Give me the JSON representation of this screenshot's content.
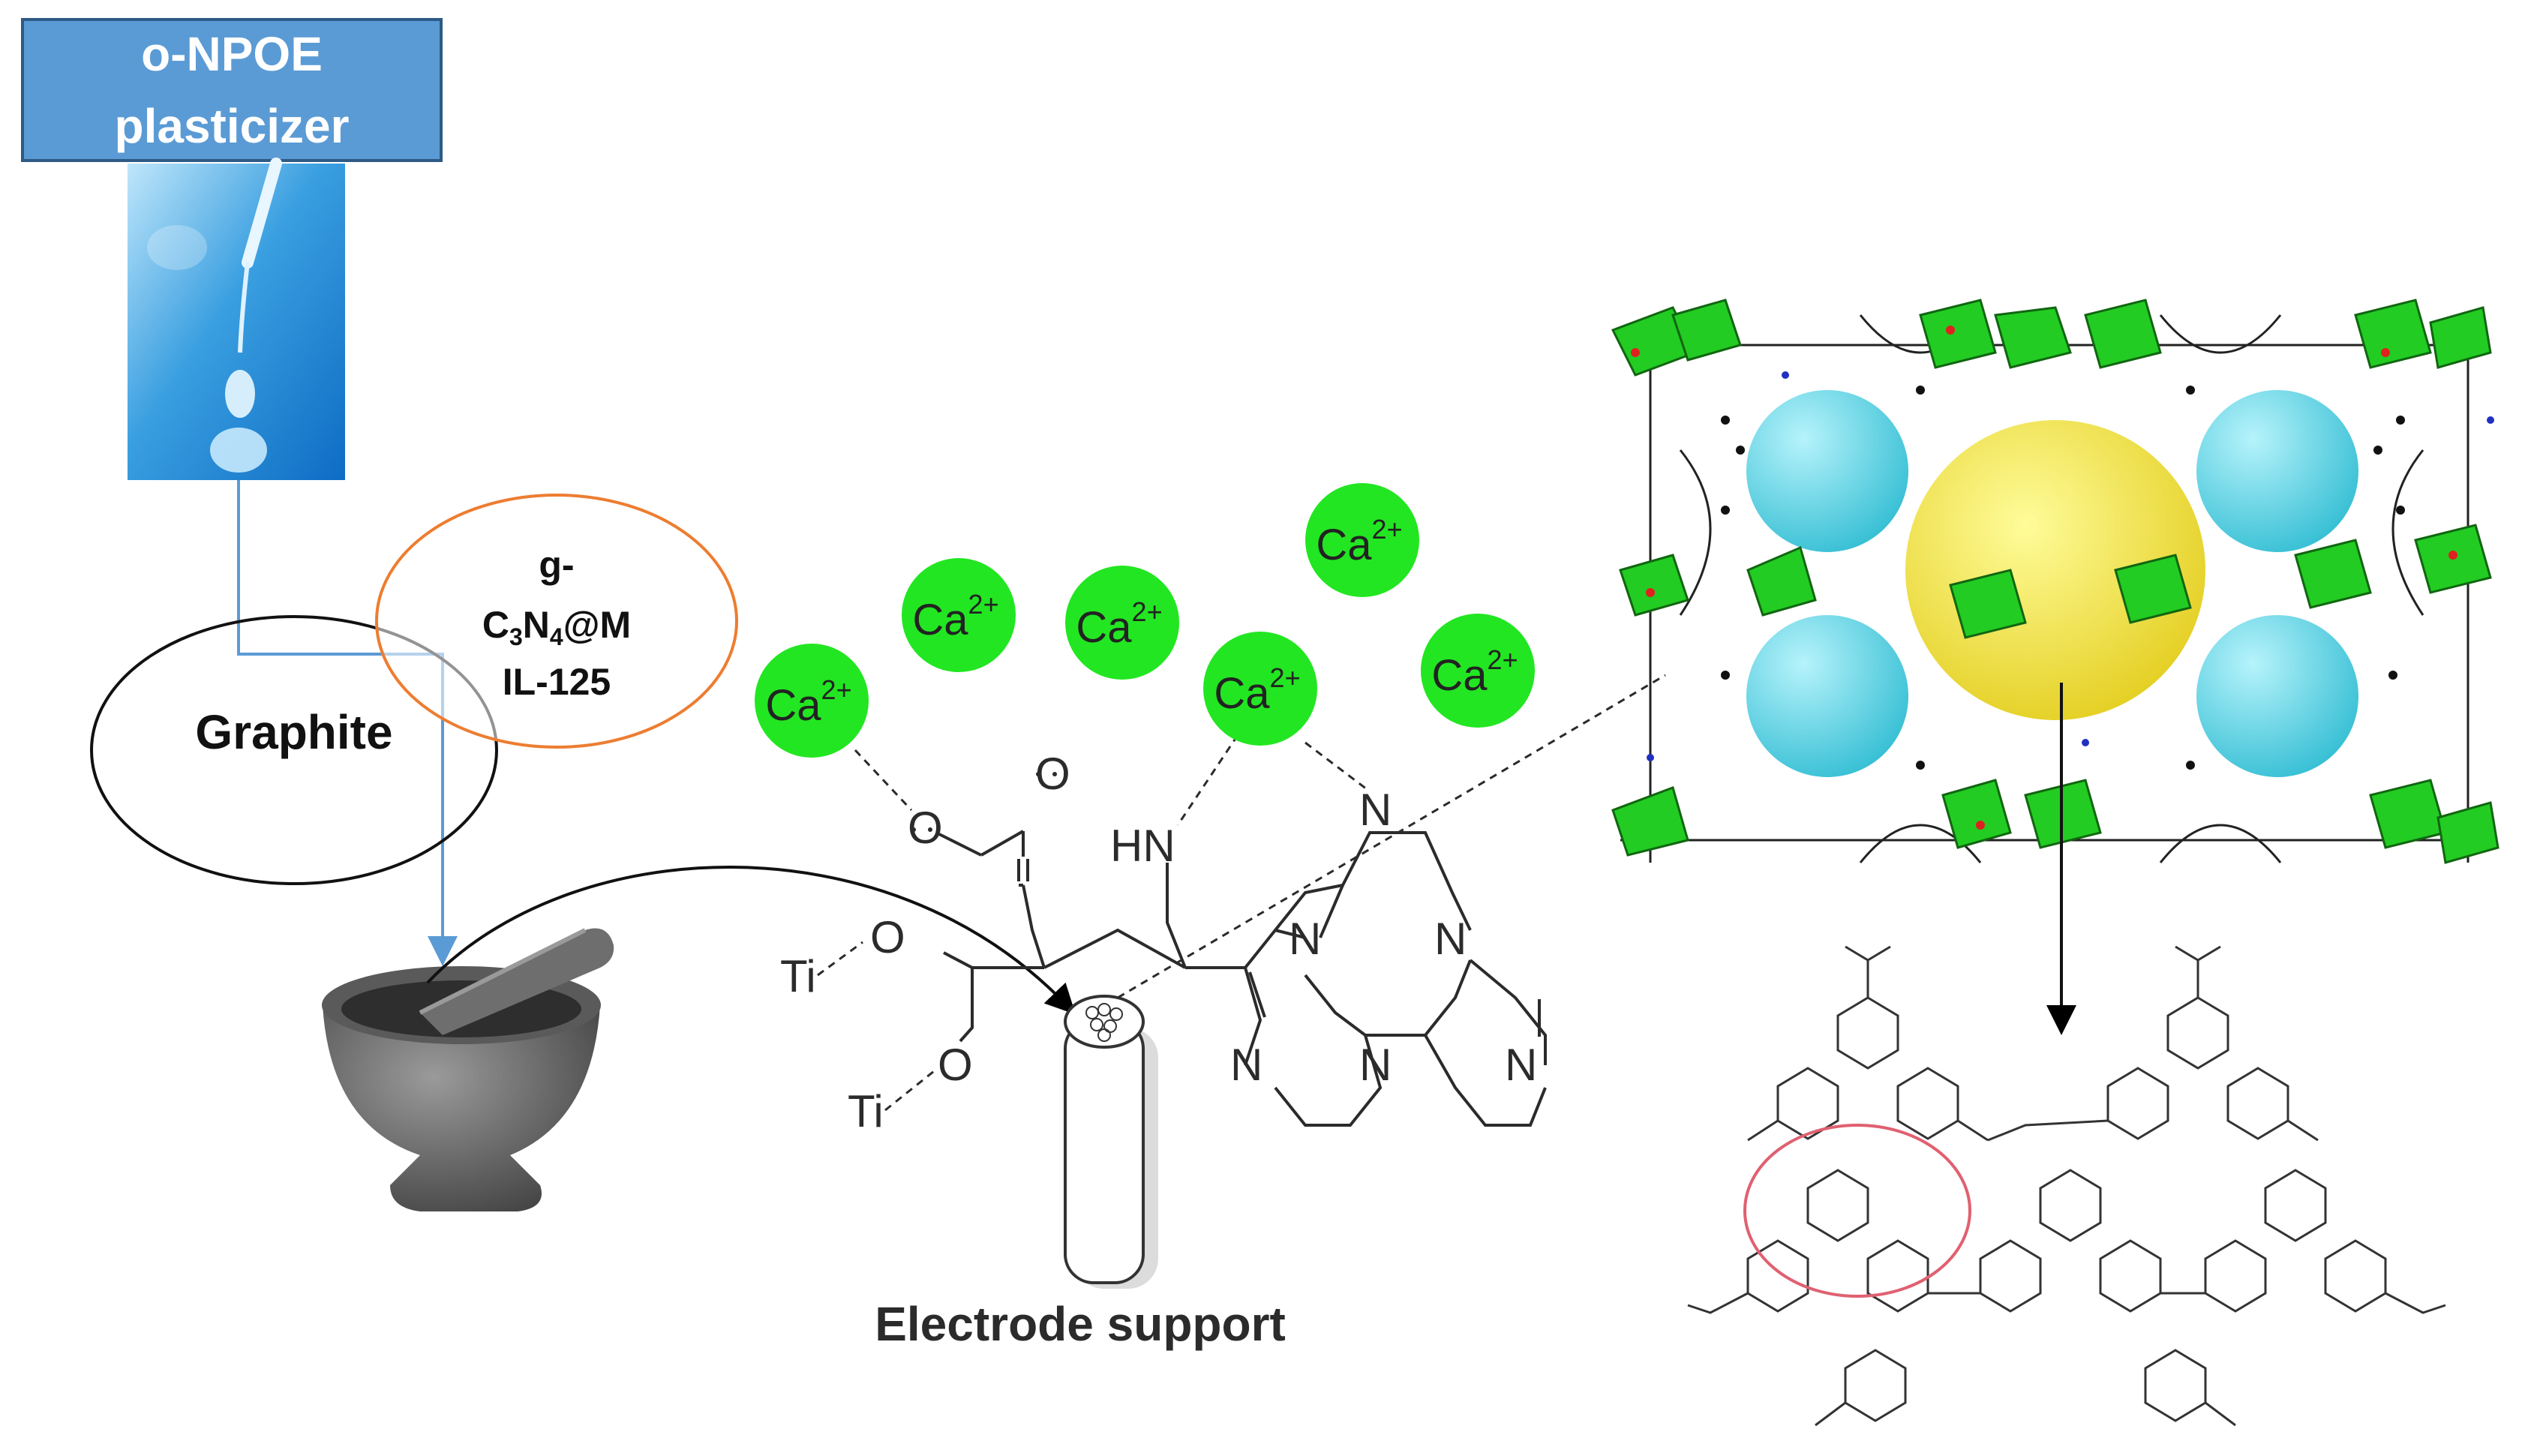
{
  "plasticizer": {
    "line1": "o-NPOE",
    "line2": "plasticizer"
  },
  "modifier": {
    "line1": "g-",
    "line2_a": "C",
    "line2_sub1": "3",
    "line2_b": "N",
    "line2_sub2": "4",
    "line2_c": "@M",
    "line3": "IL-125"
  },
  "graphite_label": "Graphite",
  "electrode_label": "Electrode support",
  "ion": {
    "symbol": "Ca",
    "charge": "2+"
  },
  "structure_labels": {
    "ti": "Ti",
    "oxygen": "O",
    "amine": "HN",
    "nitrogen": "N"
  },
  "colors": {
    "box_fill": "#5b9bd5",
    "box_border": "#2e5a86",
    "modifier_ellipse": "#ed7d31",
    "connector_line": "#5b9bd5",
    "ion_fill": "#22e622",
    "mof_green": "#22cc22",
    "mof_cyan": "#40d0e0",
    "mof_yellow": "#f0e020",
    "highlight_circle": "#e06070"
  }
}
